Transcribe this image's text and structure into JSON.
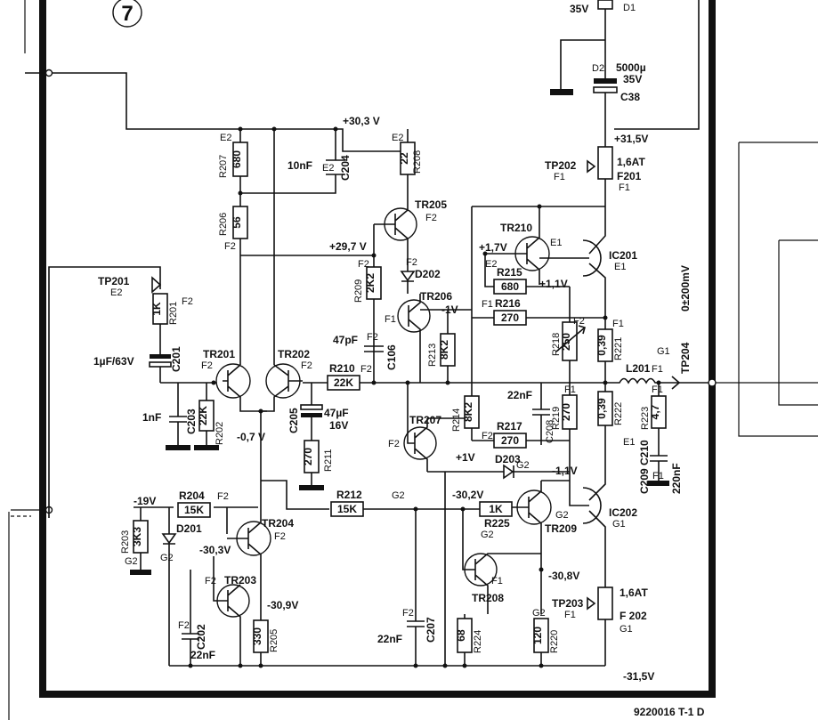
{
  "sheet": {
    "number": "7",
    "drawing_code": "9220016 T-1 D"
  },
  "voltages": {
    "v_plus_30_3": "+30,3 V",
    "v_plus_29_7": "+29,7 V",
    "v_plus_1_7": "+1,7V",
    "v_plus_1_1": "+1,1V",
    "v_minus_1": "-1V",
    "v_plus_1": "+1V",
    "v_minus_1_1": "-1,1V",
    "v_minus_0_7": "-0,7 V",
    "v_minus_19": "-19V",
    "v_minus_30_3": "-30,3V",
    "v_minus_30_9": "-30,9V",
    "v_minus_30_2": "-30,2V",
    "v_minus_30_8": "-30,8V",
    "v_plus_31_5": "+31,5V",
    "v_minus_31_5": "-31,5V",
    "v_35": "35V",
    "tp204_level": "0±200mV"
  },
  "resistors": {
    "R207": {
      "ref": "R207",
      "val": "680"
    },
    "R206": {
      "ref": "R206",
      "val": "56"
    },
    "R208": {
      "ref": "R208",
      "val": "22"
    },
    "R209": {
      "ref": "R209",
      "val": "2K2"
    },
    "R201": {
      "ref": "R201",
      "val": "1K"
    },
    "R202": {
      "ref": "R202",
      "val": "22K"
    },
    "R210": {
      "ref": "R210",
      "val": "22K"
    },
    "R211": {
      "ref": "R211",
      "val": "270"
    },
    "R213": {
      "ref": "R213",
      "val": "8K2"
    },
    "R214": {
      "ref": "R214",
      "val": "8K2"
    },
    "R215": {
      "ref": "R215",
      "val": "680"
    },
    "R216": {
      "ref": "R216",
      "val": "270"
    },
    "R217": {
      "ref": "R217",
      "val": "270"
    },
    "R218": {
      "ref": "R218",
      "val": "250"
    },
    "R219": {
      "ref": "R219",
      "val": "270"
    },
    "R221": {
      "ref": "R221",
      "val": "0,39"
    },
    "R222": {
      "ref": "R222",
      "val": "0,39"
    },
    "R223": {
      "ref": "R223",
      "val": "4,7"
    },
    "R204": {
      "ref": "R204",
      "val": "15K"
    },
    "R203": {
      "ref": "R203",
      "val": "3K3"
    },
    "R212": {
      "ref": "R212",
      "val": "15K"
    },
    "R225": {
      "ref": "R225",
      "val": "1K"
    },
    "R205": {
      "ref": "R205",
      "val": "330"
    },
    "R224": {
      "ref": "R224",
      "val": "68"
    },
    "R220": {
      "ref": "R220",
      "val": "120"
    }
  },
  "capacitors": {
    "C204": {
      "ref": "C204",
      "val": "10nF"
    },
    "C201": {
      "ref": "C201",
      "val": "1µF/63V"
    },
    "C203": {
      "ref": "C203",
      "val": "1nF"
    },
    "C205": {
      "ref": "C205",
      "val": "47µF",
      "volt": "16V"
    },
    "C106": {
      "ref": "C106",
      "val": "47pF"
    },
    "C208": {
      "ref": "C208",
      "val": "22nF"
    },
    "C207": {
      "ref": "C207",
      "val": "22nF"
    },
    "C202": {
      "ref": "C202",
      "val": "22nF"
    },
    "C38": {
      "ref": "C38",
      "val": "5000µ",
      "volt": "35V"
    },
    "C209": {
      "ref": "C209 C210",
      "val": "220nF"
    }
  },
  "transistors": {
    "TR201": "TR201",
    "TR202": "TR202",
    "TR203": "TR203",
    "TR204": "TR204",
    "TR205": "TR205",
    "TR206": "TR206",
    "TR207": "TR207",
    "TR208": "TR208",
    "TR209": "TR209",
    "TR210": "TR210"
  },
  "ics": {
    "IC201": "IC201",
    "IC202": "IC202"
  },
  "diodes": {
    "D1": "D1",
    "D2": "D2",
    "D201": "D201",
    "D202": "D202",
    "D203": "D203"
  },
  "fuses": {
    "F201": {
      "ref": "F201",
      "val": "1,6AT"
    },
    "F202": {
      "ref": "F 202",
      "val": "1,6AT"
    }
  },
  "inductors": {
    "L201": "L201"
  },
  "test_points": {
    "TP201": "TP201",
    "TP202": "TP202",
    "TP203": "TP203",
    "TP204": "TP204"
  },
  "grid_refs": {
    "E2": "E2",
    "F2": "F2",
    "F1": "F1",
    "E1": "E1",
    "G1": "G1",
    "G2": "G2"
  }
}
